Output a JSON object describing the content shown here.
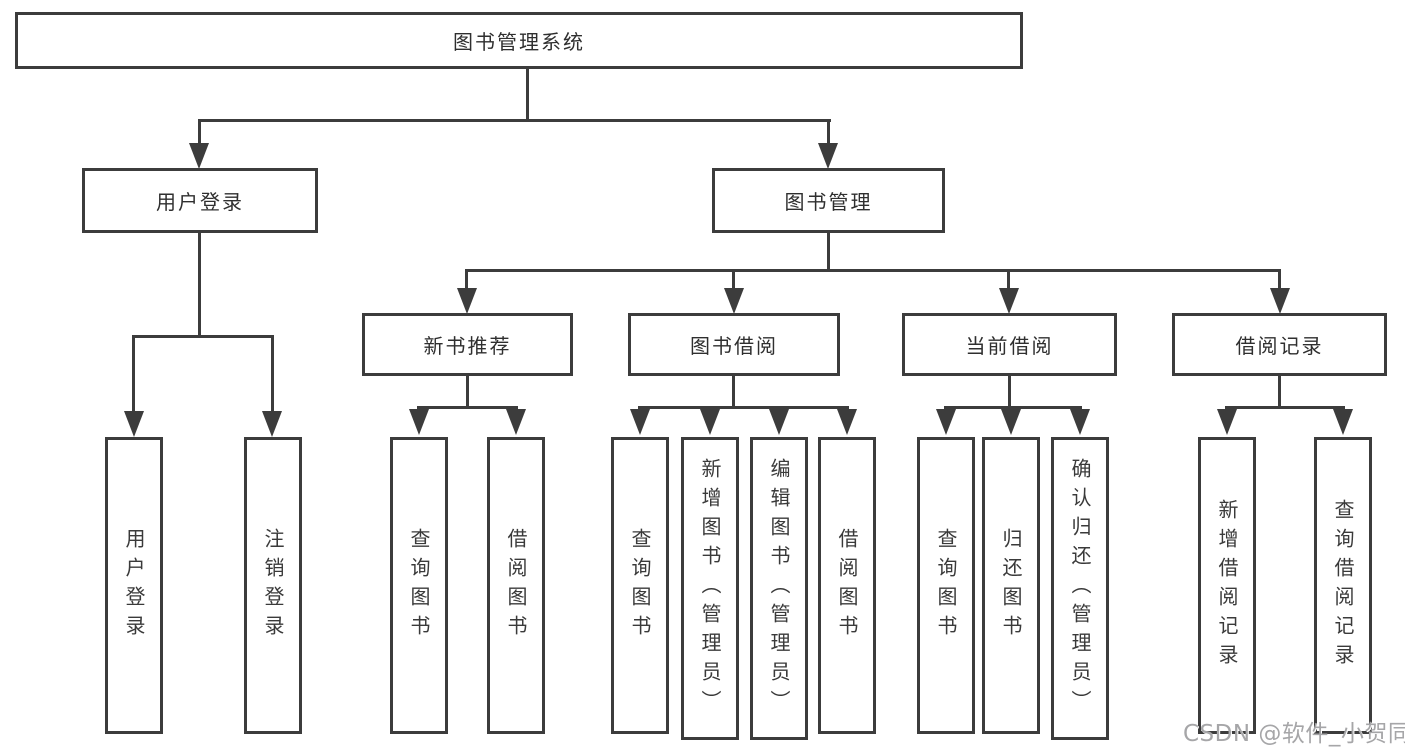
{
  "diagram": {
    "title": "图书管理系统",
    "root": {
      "label": "图书管理系统"
    },
    "level2": [
      {
        "label": "用户登录"
      },
      {
        "label": "图书管理"
      }
    ],
    "level3": [
      {
        "label": "新书推荐"
      },
      {
        "label": "图书借阅"
      },
      {
        "label": "当前借阅"
      },
      {
        "label": "借阅记录"
      }
    ],
    "leaves": [
      {
        "label": "用户登录"
      },
      {
        "label": "注销登录"
      },
      {
        "label": "查询图书"
      },
      {
        "label": "借阅图书"
      },
      {
        "label": "查询图书"
      },
      {
        "label": "新增图书（管理员）"
      },
      {
        "label": "编辑图书（管理员）"
      },
      {
        "label": "借阅图书"
      },
      {
        "label": "查询图书"
      },
      {
        "label": "归还图书"
      },
      {
        "label": "确认归还（管理员）"
      },
      {
        "label": "新增借阅记录"
      },
      {
        "label": "查询借阅记录"
      }
    ]
  },
  "watermark": {
    "text": "CSDN @软件_小贺同学"
  },
  "colors": {
    "line": "#3c3c3c",
    "text": "#2f2f2f",
    "background": "#ffffff",
    "watermark": "#a6a6a8"
  }
}
